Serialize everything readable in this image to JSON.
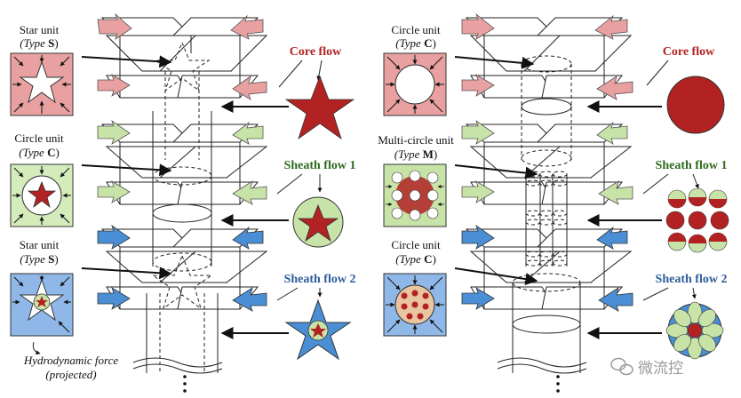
{
  "left_panel": {
    "units": [
      {
        "name": "Star unit",
        "type_prefix": "(Type ",
        "type_letter": "S",
        "type_suffix": ")"
      },
      {
        "name": "Circle unit",
        "type_prefix": "(Type ",
        "type_letter": "C",
        "type_suffix": ")"
      },
      {
        "name": "Star unit",
        "type_prefix": "(Type ",
        "type_letter": "S",
        "type_suffix": ")"
      }
    ],
    "flows": [
      "Core flow",
      "Sheath flow 1",
      "Sheath flow 2"
    ],
    "note_line1": "Hydrodynamic force",
    "note_line2": "(projected)"
  },
  "right_panel": {
    "units": [
      {
        "name": "Circle unit",
        "type_prefix": "(Type ",
        "type_letter": "C",
        "type_suffix": ")"
      },
      {
        "name": "Multi-circle unit",
        "type_prefix": "(Type ",
        "type_letter": "M",
        "type_suffix": ")"
      },
      {
        "name": "Circle unit",
        "type_prefix": "(Type ",
        "type_letter": "C",
        "type_suffix": ")"
      }
    ],
    "flows": [
      "Core flow",
      "Sheath flow 1",
      "Sheath flow 2"
    ]
  },
  "watermark": "微流控",
  "colors": {
    "core": "#b22222",
    "sheath1": "#c8e3a8",
    "sheath2": "#4a8fd6",
    "unit_red": "#e8a0a0",
    "unit_green": "#d4ebbb",
    "unit_blue": "#8fb8e8"
  },
  "icons": [
    "star-shape",
    "circle-shape",
    "wechat-icon"
  ]
}
